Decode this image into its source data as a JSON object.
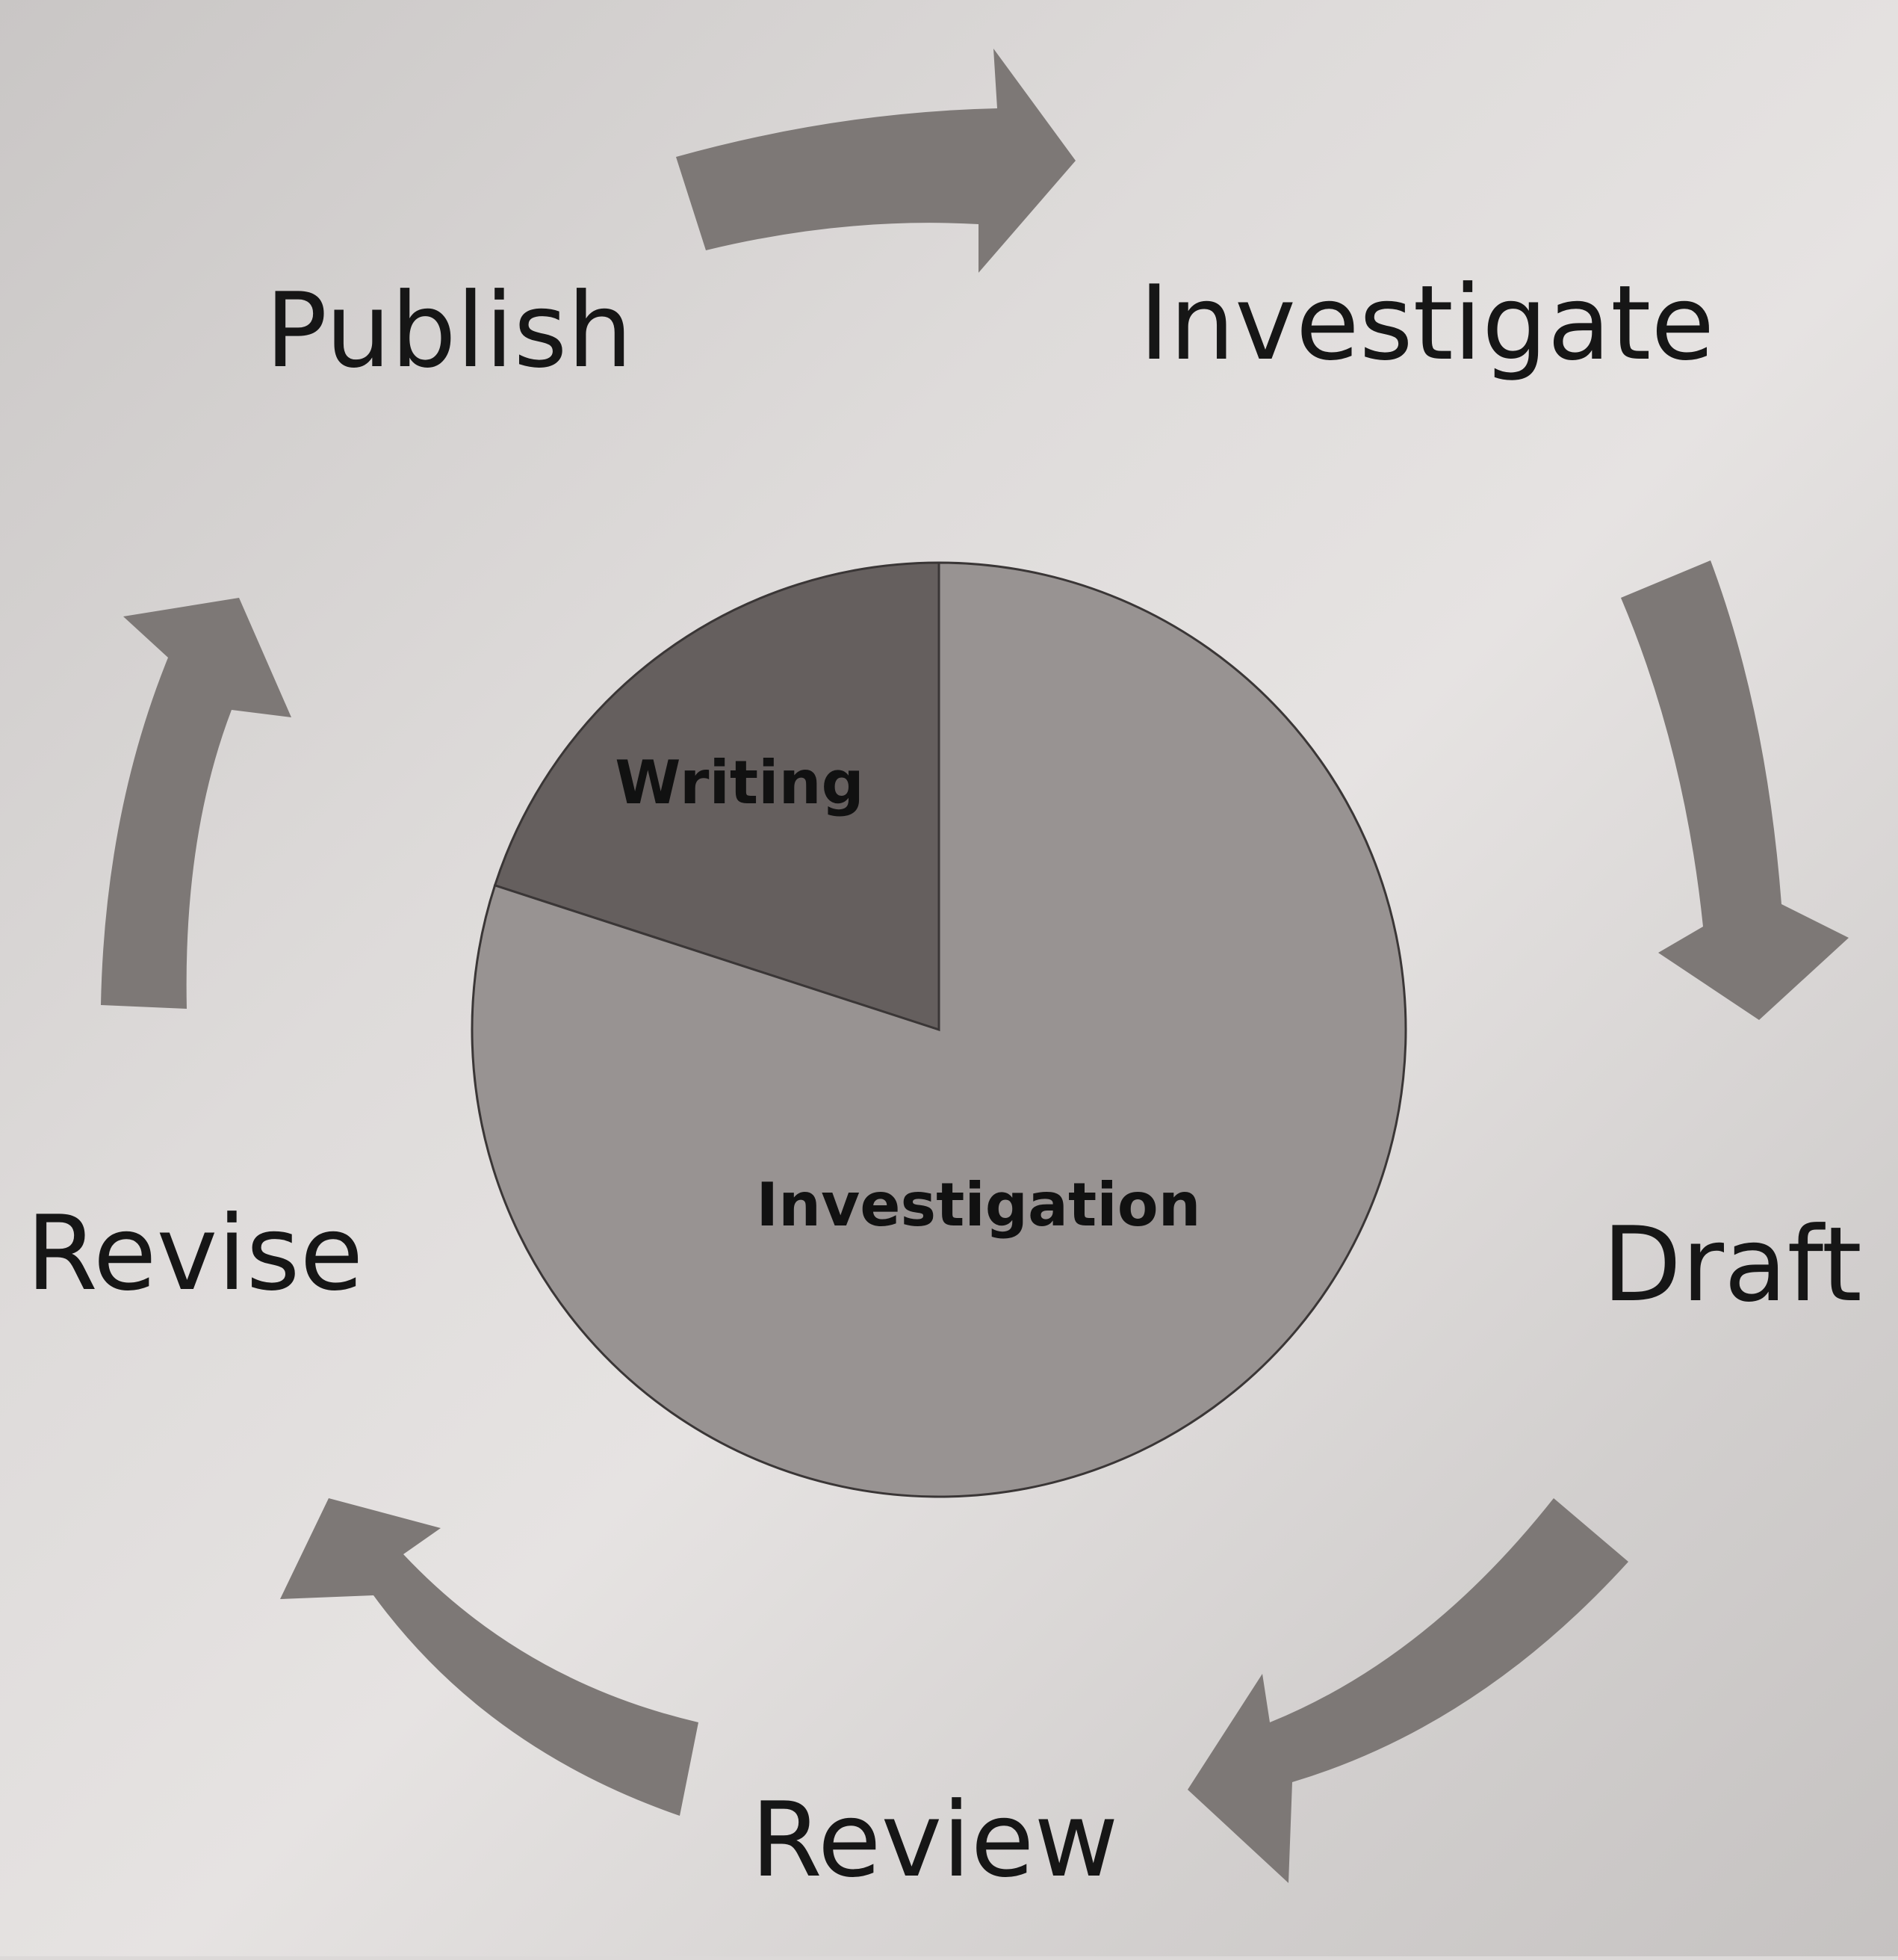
{
  "cycle": {
    "stages": [
      "Publish",
      "Investigate",
      "Draft",
      "Review",
      "Revise"
    ]
  },
  "chart_data": {
    "type": "pie",
    "slices": [
      {
        "label": "Writing",
        "value": 20,
        "color": "#655f5e"
      },
      {
        "label": "Investigation",
        "value": 80,
        "color": "#989392"
      }
    ],
    "start": "12 o'clock",
    "direction": "counter-clockwise"
  },
  "colors": {
    "arrow": "#7d7876",
    "text": "#161616",
    "pie_outline": "#3a3636"
  }
}
